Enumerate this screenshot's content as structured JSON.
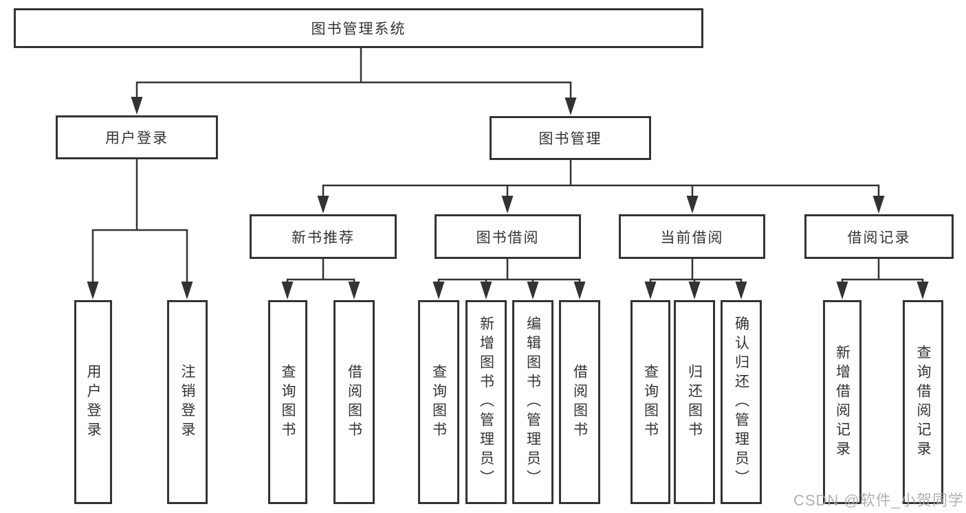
{
  "diagram": {
    "root": {
      "label": "图书管理系统"
    },
    "level2": [
      {
        "label": "用户登录"
      },
      {
        "label": "图书管理"
      }
    ],
    "level3": [
      {
        "label": "新书推荐"
      },
      {
        "label": "图书借阅"
      },
      {
        "label": "当前借阅"
      },
      {
        "label": "借阅记录"
      }
    ],
    "leaves": [
      {
        "label": "用户登录"
      },
      {
        "label": "注销登录"
      },
      {
        "label": "查询图书"
      },
      {
        "label": "借阅图书"
      },
      {
        "label": "查询图书"
      },
      {
        "label": "新增图书（管理员）"
      },
      {
        "label": "编辑图书（管理员）"
      },
      {
        "label": "借阅图书"
      },
      {
        "label": "查询图书"
      },
      {
        "label": "归还图书"
      },
      {
        "label": "确认归还（管理员）"
      },
      {
        "label": "新增借阅记录"
      },
      {
        "label": "查询借阅记录"
      }
    ]
  },
  "watermark": {
    "text": "CSDN @软件_小贺同学"
  },
  "colors": {
    "line": "#333333",
    "text": "#333333",
    "background": "#ffffff",
    "watermark": "#a9a9a9"
  }
}
